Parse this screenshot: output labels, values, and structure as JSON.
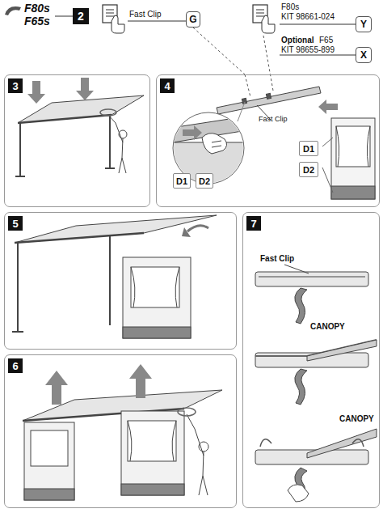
{
  "diagram": {
    "nodes": [
      {
        "text": [
          "2"
        ]
      },
      {
        "text": [
          "G"
        ]
      },
      {
        "text": [
          "Y"
        ]
      },
      {
        "text": [
          "X"
        ]
      },
      {
        "text": [
          "3"
        ]
      },
      {
        "text": [
          "4"
        ]
      },
      {
        "text": [
          "D1"
        ],
        "in": 5
      },
      {
        "text": [
          "D2"
        ],
        "in": 5
      },
      {
        "text": [
          "D1"
        ],
        "in": 5
      },
      {
        "text": [
          "D2"
        ],
        "in": 5
      },
      {
        "text": [
          "5"
        ]
      },
      {
        "text": [
          "7"
        ]
      },
      {
        "text": [
          "6"
        ]
      }
    ],
    "edges": [
      {
        "from": 1,
        "to": 5,
        "arrow": "none"
      }
    ],
    "labels": [
      "F80s",
      "F65s",
      "Fast Clip",
      "F80s",
      "KIT 98661-024",
      "Optional",
      "F65",
      "KIT 98655-899",
      "Fast Clip",
      "Fast Clip",
      "CANOPY",
      "CANOPY"
    ]
  }
}
